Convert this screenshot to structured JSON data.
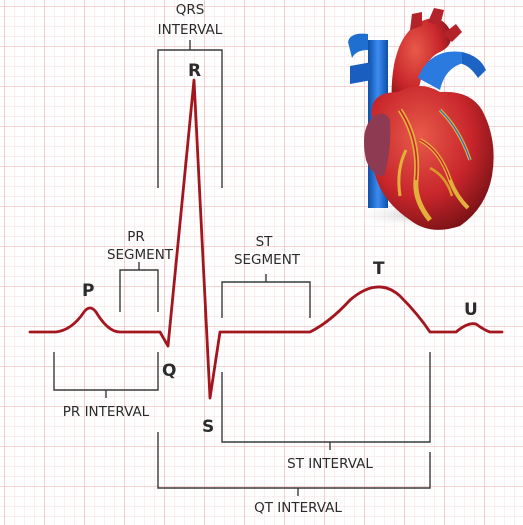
{
  "waves": {
    "p": "P",
    "q": "Q",
    "r": "R",
    "s": "S",
    "t": "T",
    "u": "U"
  },
  "intervals": {
    "qrs_line1": "QRS",
    "qrs_line2": "INTERVAL",
    "pr_segment_line1": "PR",
    "pr_segment_line2": "SEGMENT",
    "st_segment_line1": "ST",
    "st_segment_line2": "SEGMENT",
    "pr_interval": "PR INTERVAL",
    "st_interval": "ST INTERVAL",
    "qt_interval": "QT INTERVAL"
  },
  "colors": {
    "grid_minor": "#f4d4d4",
    "grid_major": "#e8a9a9",
    "trace": "#a3161e",
    "bracket": "#3a3a3a",
    "heart_red": "#c8262b",
    "vessel_blue": "#1f6fd0"
  },
  "illustration": "heart-illustration"
}
